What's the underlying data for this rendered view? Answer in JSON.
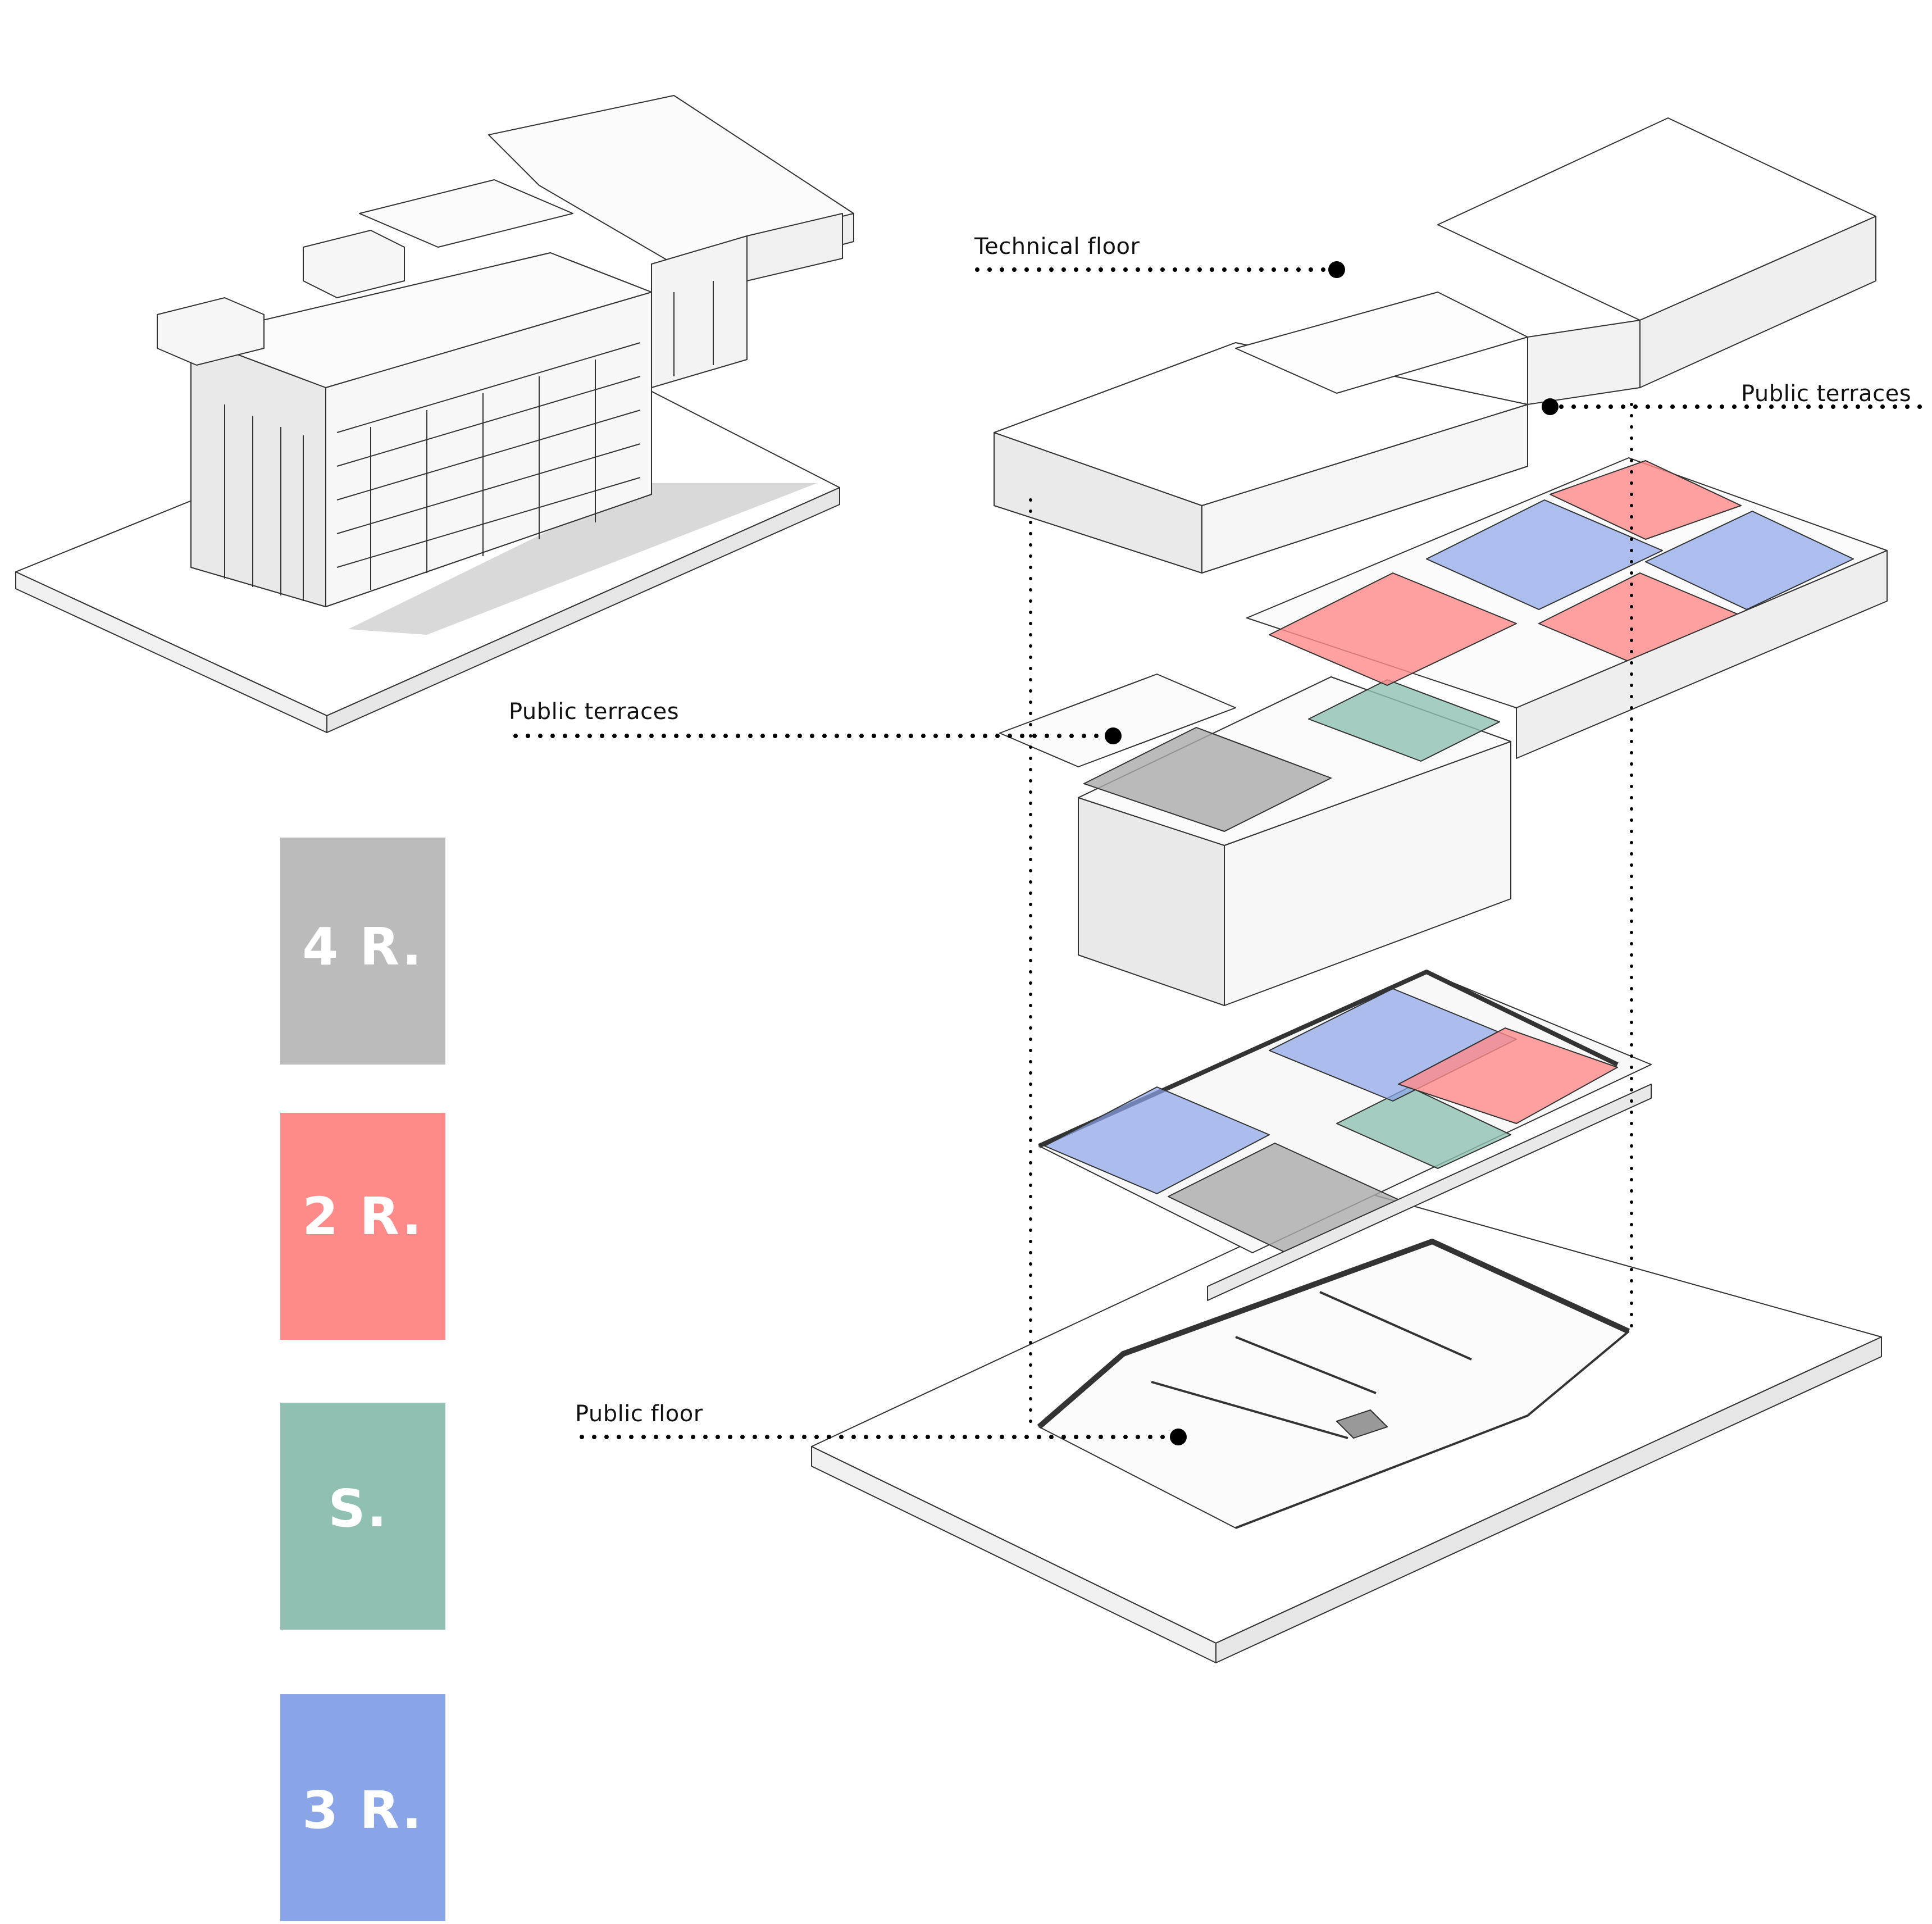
{
  "diagram": {
    "callouts": {
      "technical_floor": "Technical floor",
      "public_terraces_right": "Public terraces",
      "public_terraces_left": "Public terraces",
      "public_floor": "Public floor"
    },
    "legend": [
      {
        "key": "four-room",
        "label": "4 R.",
        "color": "#bbbbbb"
      },
      {
        "key": "two-room",
        "label": "2 R.",
        "color": "#ff8a8a"
      },
      {
        "key": "studio",
        "label": "S.",
        "color": "#8fc0b1"
      },
      {
        "key": "three-room",
        "label": "3 R.",
        "color": "#8aa4e8"
      }
    ],
    "colors": {
      "line": "#333333",
      "wall": "#f3f3f3",
      "shade": "#dcdcdc",
      "dot": "#000000"
    }
  }
}
